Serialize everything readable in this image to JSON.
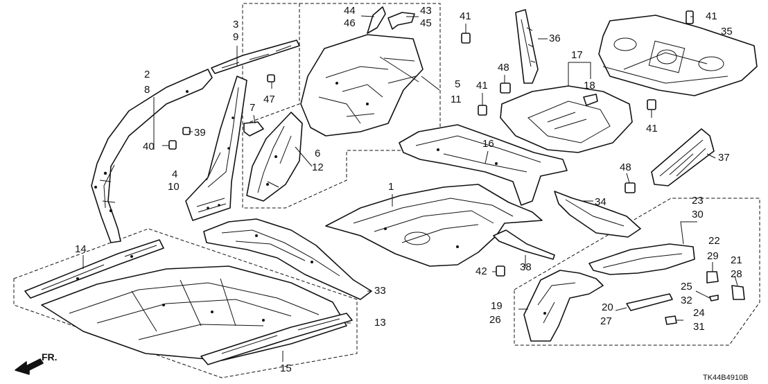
{
  "diagram_code": "TK44B4910B",
  "direction_label": "FR.",
  "callouts": [
    {
      "id": "c-44",
      "text": "44"
    },
    {
      "id": "c-46",
      "text": "46"
    },
    {
      "id": "c-43",
      "text": "43"
    },
    {
      "id": "c-45",
      "text": "45"
    },
    {
      "id": "c-41a",
      "text": "41"
    },
    {
      "id": "c-41b",
      "text": "41"
    },
    {
      "id": "c-41c",
      "text": "41"
    },
    {
      "id": "c-41d",
      "text": "41"
    },
    {
      "id": "c-3",
      "text": "3"
    },
    {
      "id": "c-9",
      "text": "9"
    },
    {
      "id": "c-2",
      "text": "2"
    },
    {
      "id": "c-8",
      "text": "8"
    },
    {
      "id": "c-47",
      "text": "47"
    },
    {
      "id": "c-7",
      "text": "7"
    },
    {
      "id": "c-39",
      "text": "39"
    },
    {
      "id": "c-40",
      "text": "40"
    },
    {
      "id": "c-4",
      "text": "4"
    },
    {
      "id": "c-10",
      "text": "10"
    },
    {
      "id": "c-6",
      "text": "6"
    },
    {
      "id": "c-12",
      "text": "12"
    },
    {
      "id": "c-5",
      "text": "5"
    },
    {
      "id": "c-11",
      "text": "11"
    },
    {
      "id": "c-36",
      "text": "36"
    },
    {
      "id": "c-48a",
      "text": "48"
    },
    {
      "id": "c-48b",
      "text": "48"
    },
    {
      "id": "c-17",
      "text": "17"
    },
    {
      "id": "c-18",
      "text": "18"
    },
    {
      "id": "c-35",
      "text": "35"
    },
    {
      "id": "c-16",
      "text": "16"
    },
    {
      "id": "c-37",
      "text": "37"
    },
    {
      "id": "c-1",
      "text": "1"
    },
    {
      "id": "c-34",
      "text": "34"
    },
    {
      "id": "c-23",
      "text": "23"
    },
    {
      "id": "c-30",
      "text": "30"
    },
    {
      "id": "c-22",
      "text": "22"
    },
    {
      "id": "c-14",
      "text": "14"
    },
    {
      "id": "c-38",
      "text": "38"
    },
    {
      "id": "c-42",
      "text": "42"
    },
    {
      "id": "c-33",
      "text": "33"
    },
    {
      "id": "c-29",
      "text": "29"
    },
    {
      "id": "c-21",
      "text": "21"
    },
    {
      "id": "c-28",
      "text": "28"
    },
    {
      "id": "c-25",
      "text": "25"
    },
    {
      "id": "c-32",
      "text": "32"
    },
    {
      "id": "c-19",
      "text": "19"
    },
    {
      "id": "c-26",
      "text": "26"
    },
    {
      "id": "c-20",
      "text": "20"
    },
    {
      "id": "c-27",
      "text": "27"
    },
    {
      "id": "c-24",
      "text": "24"
    },
    {
      "id": "c-31",
      "text": "31"
    },
    {
      "id": "c-13",
      "text": "13"
    },
    {
      "id": "c-15",
      "text": "15"
    }
  ]
}
